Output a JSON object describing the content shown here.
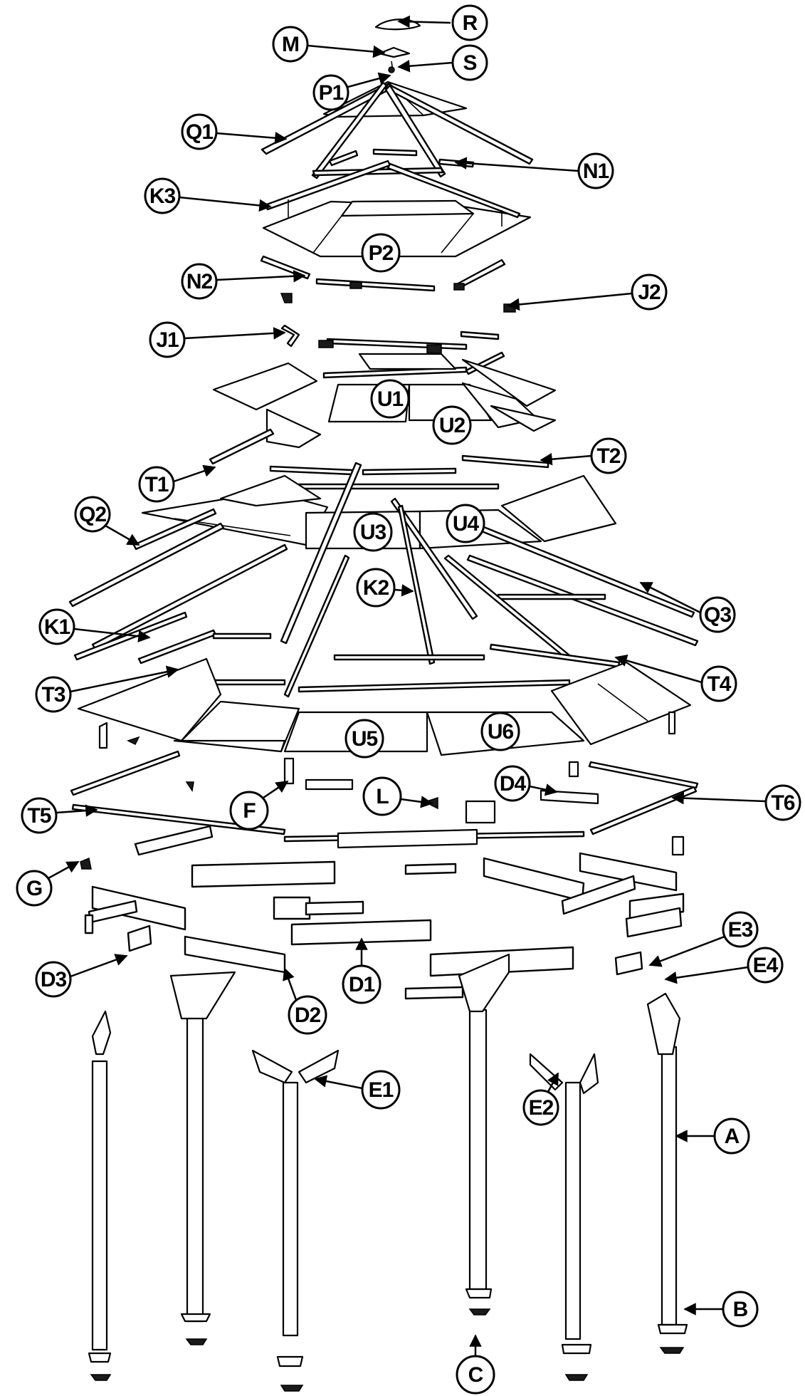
{
  "diagram": {
    "callouts": [
      {
        "id": "R",
        "label": "R"
      },
      {
        "id": "M",
        "label": "M"
      },
      {
        "id": "S",
        "label": "S"
      },
      {
        "id": "P1",
        "label": "P1"
      },
      {
        "id": "Q1",
        "label": "Q1"
      },
      {
        "id": "N1",
        "label": "N1"
      },
      {
        "id": "K3",
        "label": "K3"
      },
      {
        "id": "P2",
        "label": "P2"
      },
      {
        "id": "N2",
        "label": "N2"
      },
      {
        "id": "J2",
        "label": "J2"
      },
      {
        "id": "J1",
        "label": "J1"
      },
      {
        "id": "U1",
        "label": "U1"
      },
      {
        "id": "U2",
        "label": "U2"
      },
      {
        "id": "T2",
        "label": "T2"
      },
      {
        "id": "T1",
        "label": "T1"
      },
      {
        "id": "Q2",
        "label": "Q2"
      },
      {
        "id": "U3",
        "label": "U3"
      },
      {
        "id": "U4",
        "label": "U4"
      },
      {
        "id": "K2",
        "label": "K2"
      },
      {
        "id": "Q3",
        "label": "Q3"
      },
      {
        "id": "K1",
        "label": "K1"
      },
      {
        "id": "T3",
        "label": "T3"
      },
      {
        "id": "T4",
        "label": "T4"
      },
      {
        "id": "U5",
        "label": "U5"
      },
      {
        "id": "U6",
        "label": "U6"
      },
      {
        "id": "D4",
        "label": "D4"
      },
      {
        "id": "F",
        "label": "F"
      },
      {
        "id": "L",
        "label": "L"
      },
      {
        "id": "T5",
        "label": "T5"
      },
      {
        "id": "T6",
        "label": "T6"
      },
      {
        "id": "G",
        "label": "G"
      },
      {
        "id": "E3",
        "label": "E3"
      },
      {
        "id": "E4",
        "label": "E4"
      },
      {
        "id": "D3",
        "label": "D3"
      },
      {
        "id": "D1",
        "label": "D1"
      },
      {
        "id": "D2",
        "label": "D2"
      },
      {
        "id": "E1",
        "label": "E1"
      },
      {
        "id": "E2",
        "label": "E2"
      },
      {
        "id": "A",
        "label": "A"
      },
      {
        "id": "B",
        "label": "B"
      },
      {
        "id": "C",
        "label": "C"
      }
    ]
  }
}
